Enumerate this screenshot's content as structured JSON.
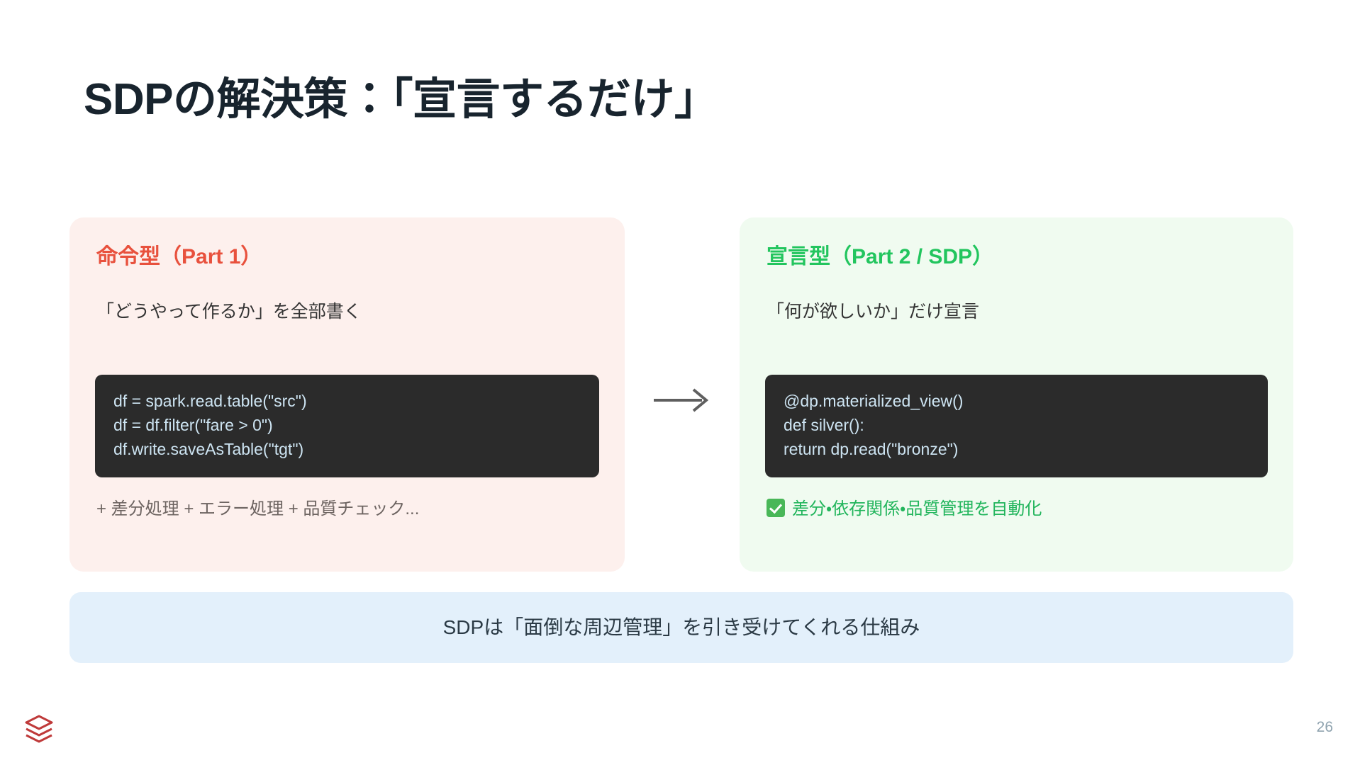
{
  "slide": {
    "title": "SDPの解決策：「宣言するだけ」",
    "page_number": "26",
    "logo_name": "databricks-logo",
    "title_color": "#18242e",
    "background_color": "#ffffff"
  },
  "cards": {
    "left": {
      "heading": "命令型（Part 1）",
      "heading_color": "#e8513d",
      "background_color": "#fdf0ed",
      "subtitle": "「どうやって作るか」を全部書く",
      "code": [
        "df = spark.read.table(\"src\")",
        "df = df.filter(\"fare > 0\")",
        "df.write.saveAsTable(\"tgt\")"
      ],
      "code_background": "#2b2b2b",
      "code_color": "#cde4f2",
      "footnote": "+ 差分処理 + エラー処理 + 品質チェック...",
      "footnote_color": "#6d6461"
    },
    "right": {
      "heading": "宣言型（Part 2 / SDP）",
      "heading_color": "#22c55e",
      "background_color": "#f0fbf0",
      "subtitle": "「何が欲しいか」だけ宣言",
      "code": [
        "@dp.materialized_view()",
        "def silver():",
        "return dp.read(\"bronze\")"
      ],
      "code_background": "#2b2b2b",
      "code_color": "#cde4f2",
      "footnote": "差分・依存関係・品質管理を自動化",
      "footnote_color": "#22b55c",
      "footnote_icon": "check-mark-icon"
    }
  },
  "arrow": {
    "icon": "right-arrow-icon",
    "color": "#5f5f5f"
  },
  "banner": {
    "text": "SDPは「面倒な周辺管理」を引き受けてくれる仕組み",
    "background_color": "#e3f0fb",
    "text_color": "#2b3a45"
  }
}
